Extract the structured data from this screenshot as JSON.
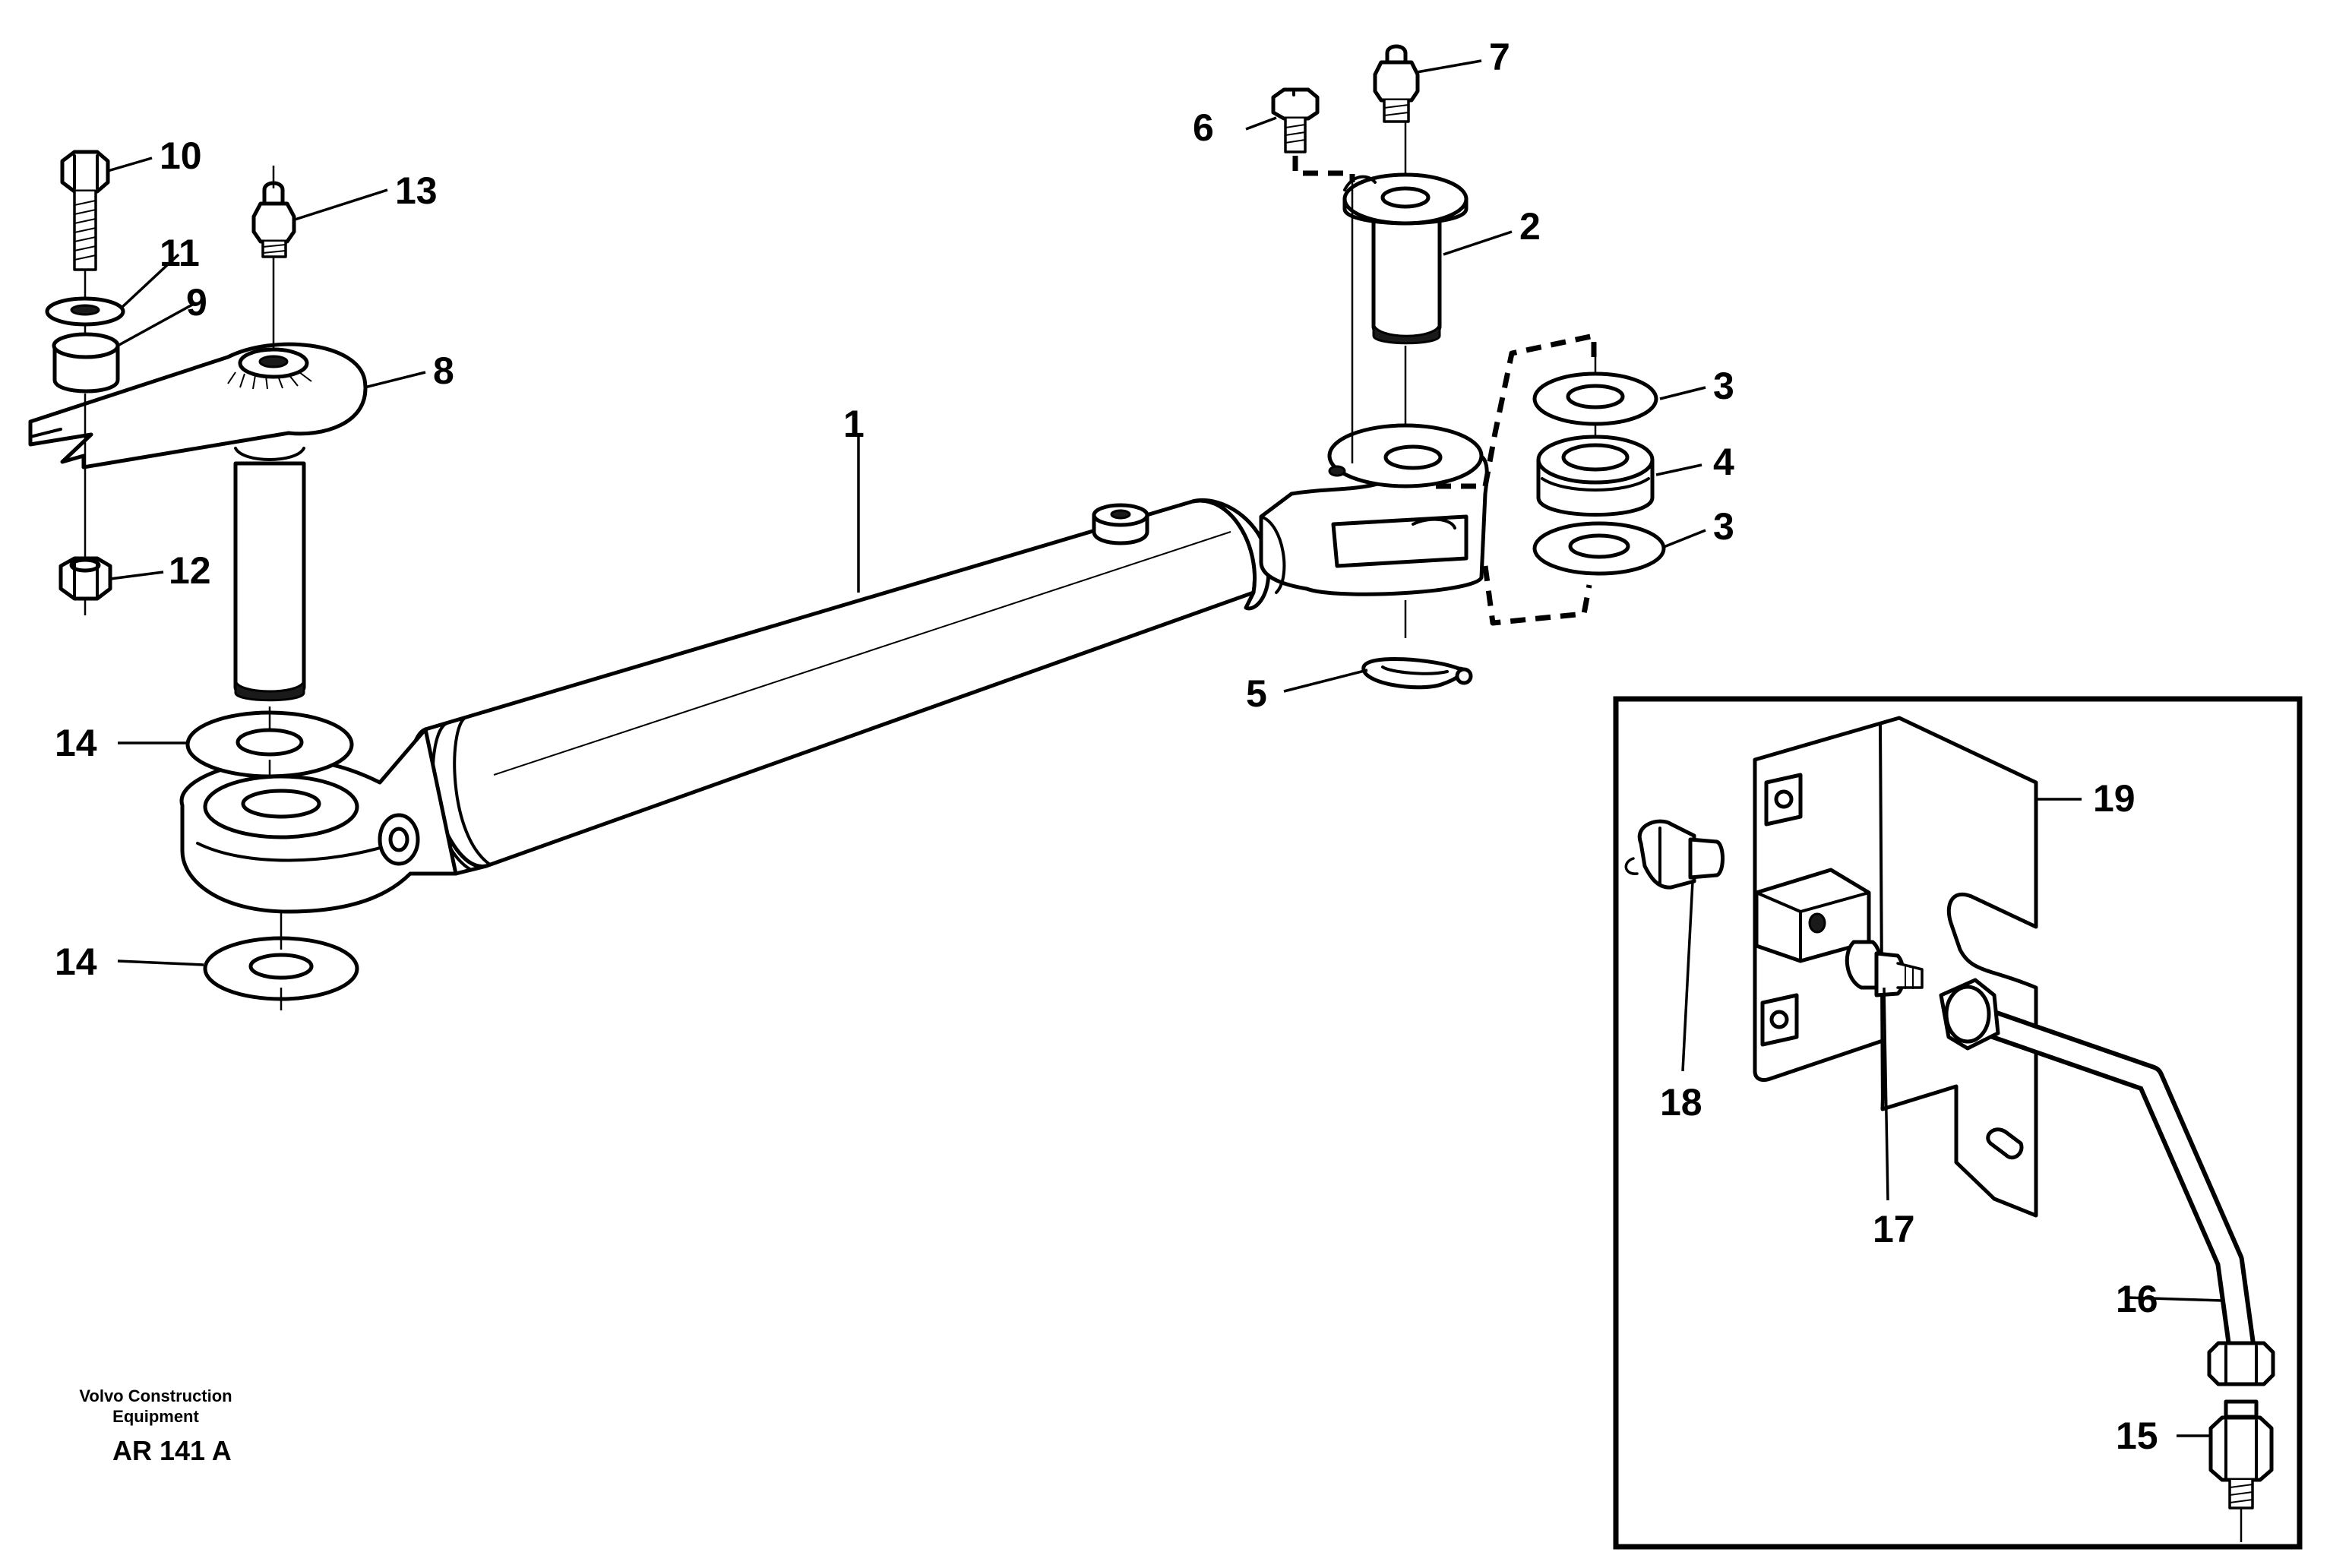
{
  "diagram": {
    "callouts": [
      "1",
      "2",
      "3",
      "3",
      "4",
      "5",
      "6",
      "7",
      "8",
      "9",
      "10",
      "11",
      "12",
      "13",
      "14",
      "14",
      "15",
      "16",
      "17",
      "18",
      "19"
    ]
  },
  "footer": {
    "company_line1": "Volvo Construction",
    "company_line2": "Equipment",
    "drawing_code": "AR 141 A"
  }
}
